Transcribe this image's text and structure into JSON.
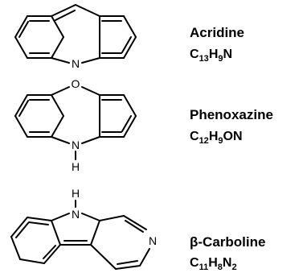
{
  "compounds": [
    {
      "name": "Acridine",
      "formula": [
        {
          "t": "C",
          "sub": "13"
        },
        {
          "t": "H",
          "sub": "9"
        },
        {
          "t": "N",
          "sub": ""
        }
      ],
      "atoms": {
        "n": "N"
      }
    },
    {
      "name": "Phenoxazine",
      "formula": [
        {
          "t": "C",
          "sub": "12"
        },
        {
          "t": "H",
          "sub": "9"
        },
        {
          "t": "ON",
          "sub": ""
        }
      ],
      "atoms": {
        "o": "O",
        "n": "N",
        "h": "H"
      }
    },
    {
      "name": "β-Carboline",
      "formula": [
        {
          "t": "C",
          "sub": "11"
        },
        {
          "t": "H",
          "sub": "8"
        },
        {
          "t": "N",
          "sub": "2"
        }
      ],
      "atoms": {
        "h": "H",
        "n_pyrrole": "N",
        "n_pyridine": "N"
      }
    }
  ]
}
